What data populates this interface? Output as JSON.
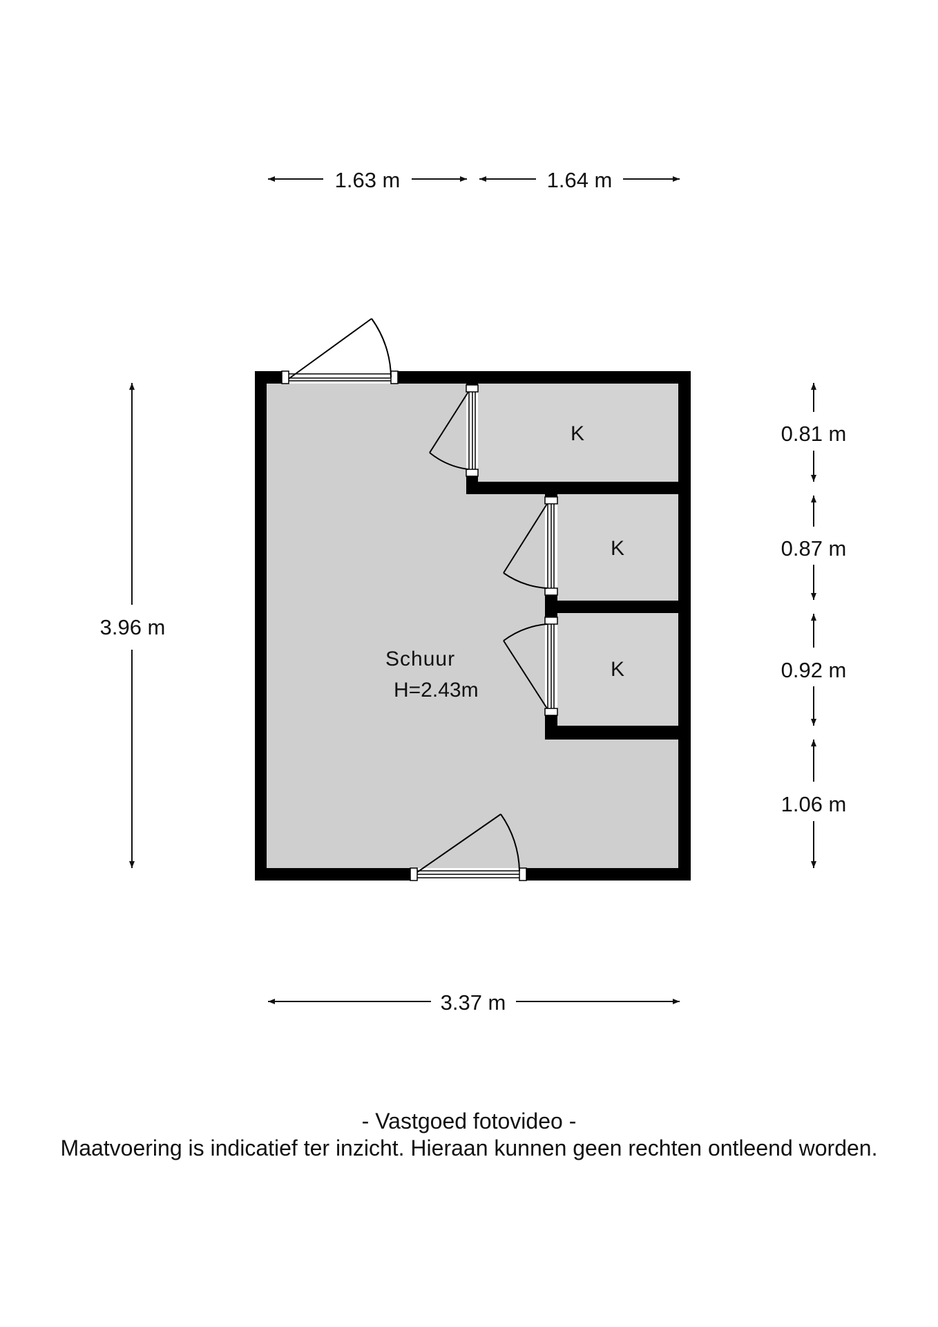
{
  "plan": {
    "room_name": "Schuur",
    "room_height": "H=2.43m",
    "closet_label": "K",
    "dimensions": {
      "top_left": "1.63 m",
      "top_right": "1.64 m",
      "bottom": "3.37 m",
      "left": "3.96 m",
      "right_1": "0.81 m",
      "right_2": "0.87 m",
      "right_3": "0.92 m",
      "right_4": "1.06 m"
    },
    "colors": {
      "wall": "#000000",
      "floor": "#cfcfcf"
    }
  },
  "footer": {
    "credit": "- Vastgoed fotovideo -",
    "disclaimer": "Maatvoering is indicatief ter inzicht. Hieraan kunnen geen rechten ontleend worden."
  }
}
